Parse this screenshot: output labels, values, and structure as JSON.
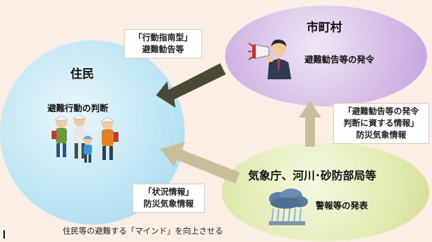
{
  "resident": {
    "title": "住民",
    "subtitle": "避難行動の判断"
  },
  "city": {
    "title": "市町村",
    "subtitle": "避難勧告等の発令"
  },
  "met": {
    "title": "気象庁、河川･砂防部局等",
    "subtitle": "警報等の発表"
  },
  "labels": {
    "to_resident_from_city": [
      "「行動指南型」",
      "避難勧告等"
    ],
    "to_city_from_met": [
      "「避難勧告等の発令",
      "判断に資する情報」",
      "防災気象情報"
    ],
    "to_resident_from_met": [
      "「状況情報」",
      "防災気象情報"
    ]
  },
  "caption": "住民等の避難する「マインド」を向上させる",
  "colors": {
    "resident_circle": "#bfe6f5",
    "city_circle": "#d4bbe6",
    "met_circle": "#e2ecb3",
    "arrow_dark": "#4a4a34",
    "arrow_light": "#c9bd9a",
    "background": "#fbeee4"
  }
}
